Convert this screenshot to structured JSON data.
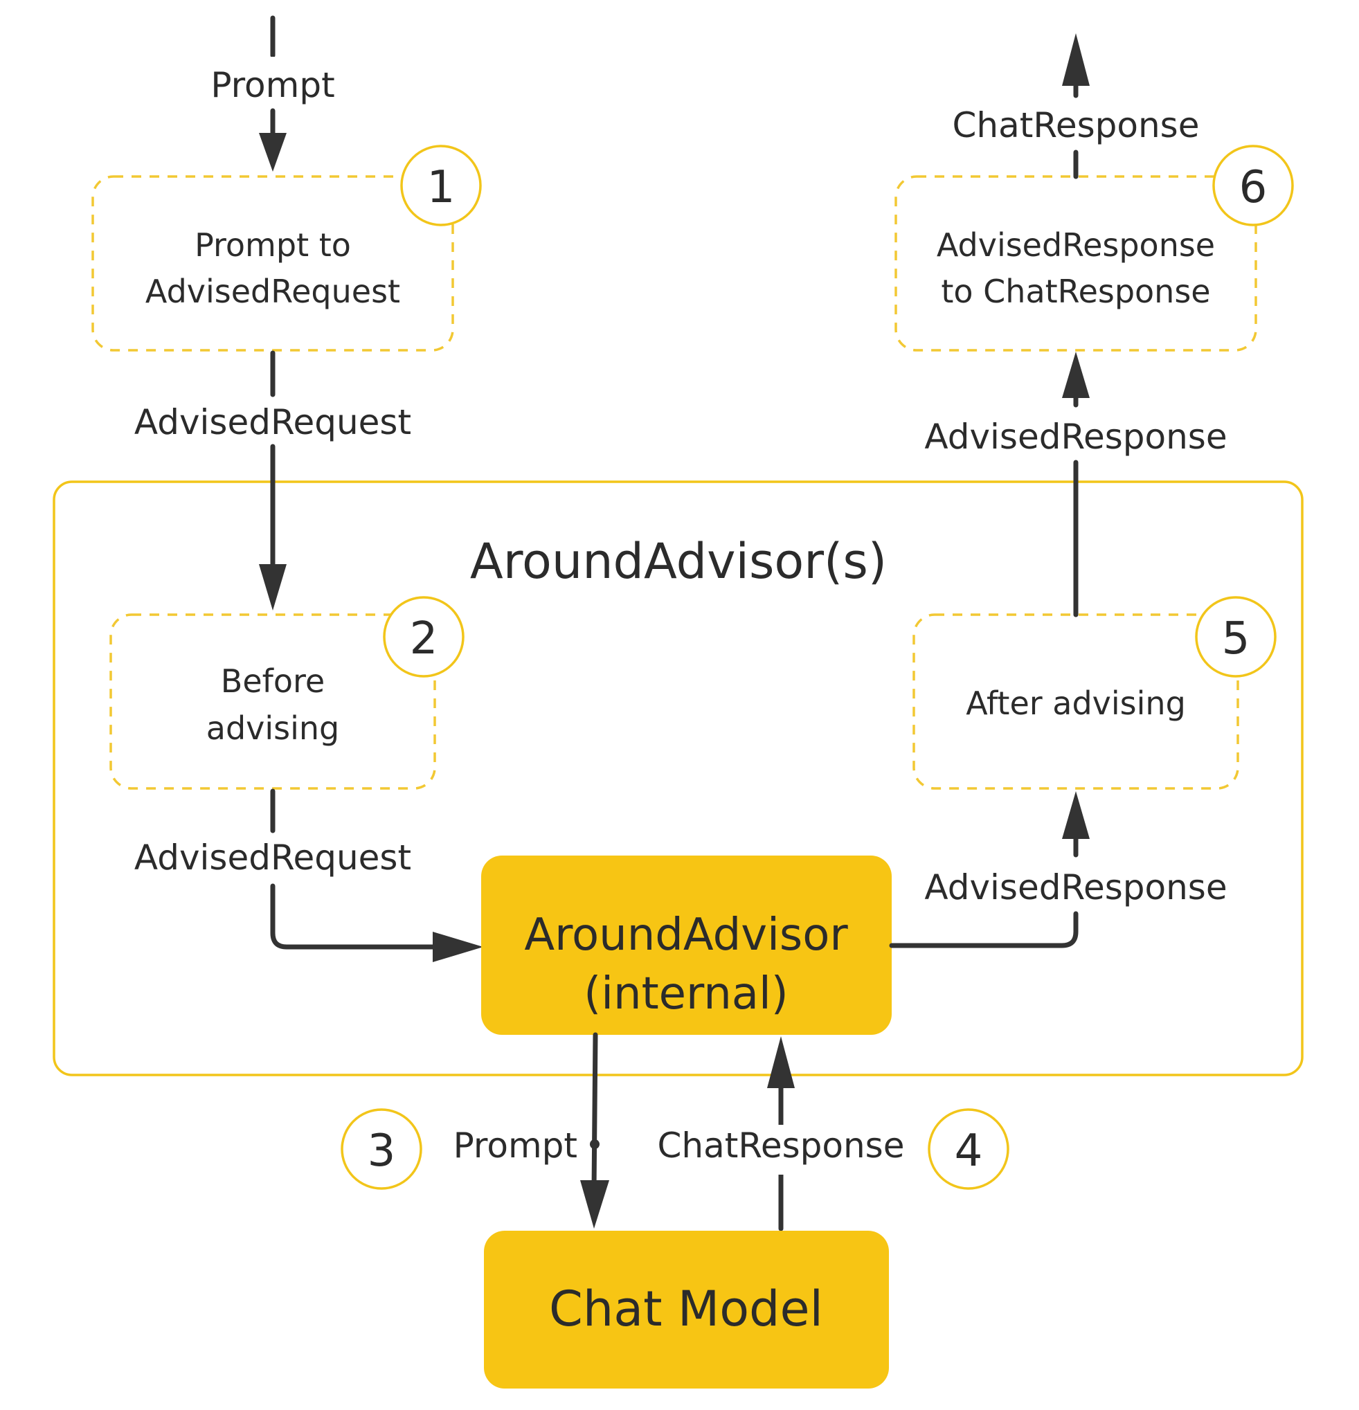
{
  "colors": {
    "accent_yellow": "#f7c514",
    "outline_yellow": "#f2c51a",
    "arrow": "#333333",
    "text": "#2b2b2b"
  },
  "top_left": {
    "input_label": "Prompt",
    "output_label": "AdvisedRequest"
  },
  "top_right": {
    "output_label": "ChatResponse",
    "input_label": "AdvisedResponse"
  },
  "steps": [
    {
      "number": "1",
      "line1": "Prompt to",
      "line2": "AdvisedRequest"
    },
    {
      "number": "2",
      "line1": "Before",
      "line2": "advising"
    },
    {
      "number": "3",
      "label": "Prompt"
    },
    {
      "number": "4",
      "label": "ChatResponse"
    },
    {
      "number": "5",
      "line1": "After advising"
    },
    {
      "number": "6",
      "line1": "AdvisedResponse",
      "line2": "to ChatResponse"
    }
  ],
  "around_frame": {
    "title": "AroundAdvisor(s)",
    "left_edge_label": "AdvisedRequest",
    "right_edge_label": "AdvisedResponse"
  },
  "internal_advisor": {
    "line1": "AroundAdvisor",
    "line2": "(internal)"
  },
  "chat_model": {
    "label": "Chat Model"
  }
}
